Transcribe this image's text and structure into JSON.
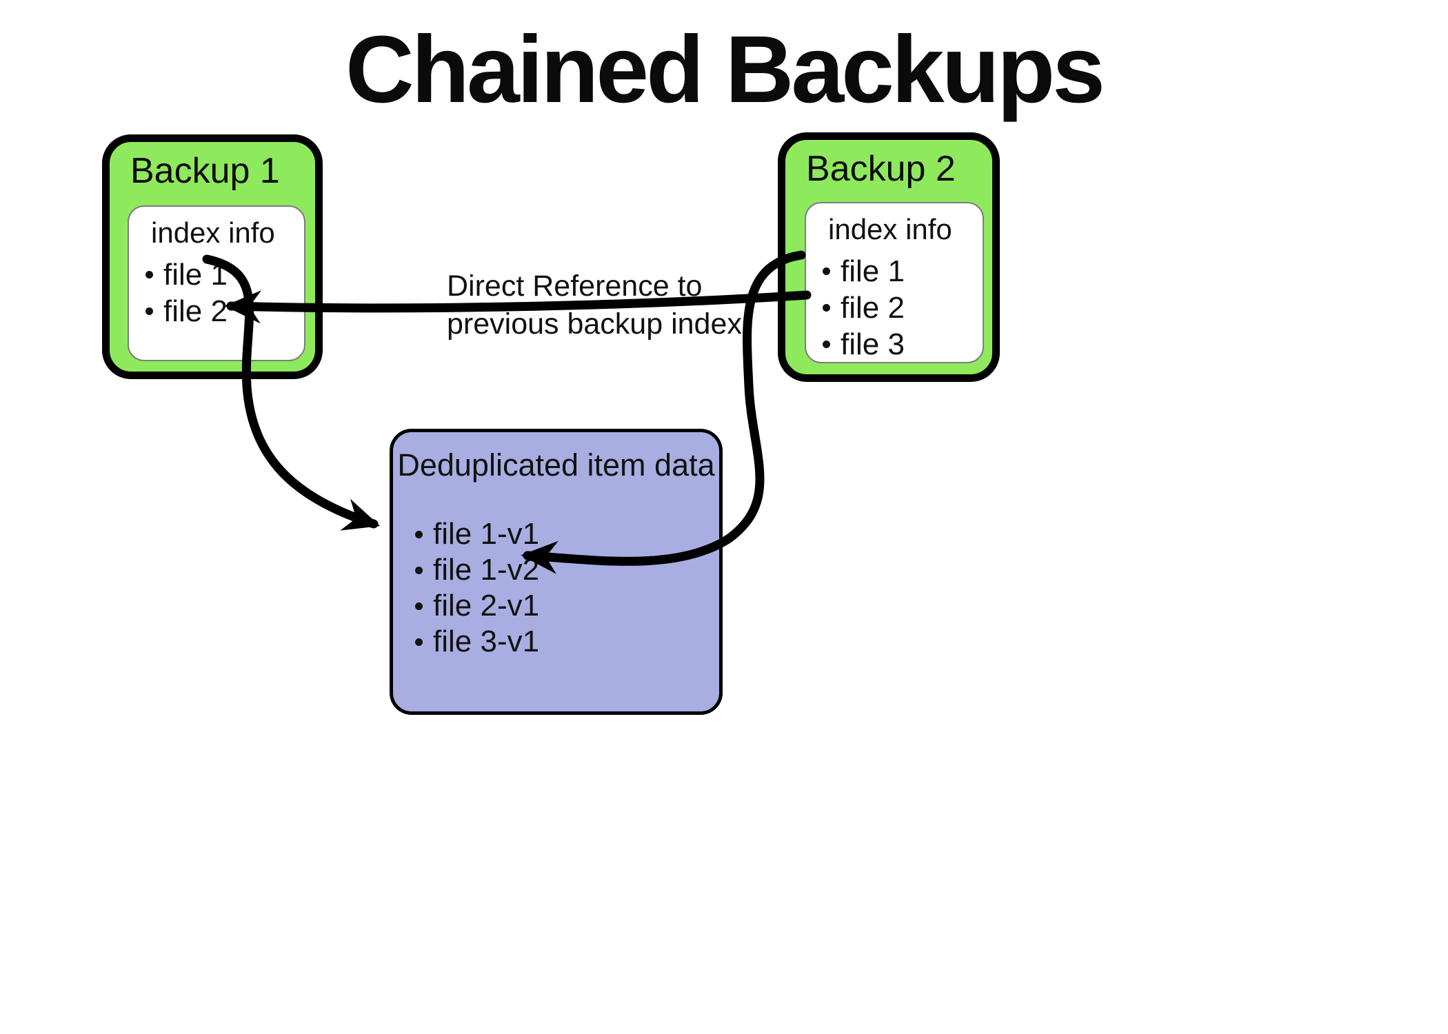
{
  "title": "Chained Backups",
  "annotation": {
    "line1": "Direct Reference to",
    "line2": "previous backup index"
  },
  "backup1": {
    "title": "Backup 1",
    "index_title": "index info",
    "items": [
      "file 1",
      "file 2"
    ]
  },
  "backup2": {
    "title": "Backup 2",
    "index_title": "index info",
    "items": [
      "file 1",
      "file 2",
      "file 3"
    ]
  },
  "dedup": {
    "title": "Deduplicated item data",
    "items": [
      "file 1-v1",
      "file 1-v2",
      "file 2-v1",
      "file 3-v1"
    ]
  },
  "arrows": [
    {
      "name": "direct-reference-arrow",
      "from": "Backup 2 index (file 2)",
      "to": "Backup 1 index"
    },
    {
      "name": "backup1-file1-to-dedup-arrow",
      "from": "Backup 1 file 1",
      "to": "file 1-v1"
    },
    {
      "name": "backup2-index-to-dedup-arrow",
      "from": "Backup 2 index (file 1)",
      "to": "file 1-v2"
    }
  ],
  "colors": {
    "backup_box_fill": "#8ee95c",
    "dedup_box_fill": "#a9aee2",
    "inner_box_fill": "#ffffff",
    "outline": "#000000",
    "text": "#111111"
  }
}
